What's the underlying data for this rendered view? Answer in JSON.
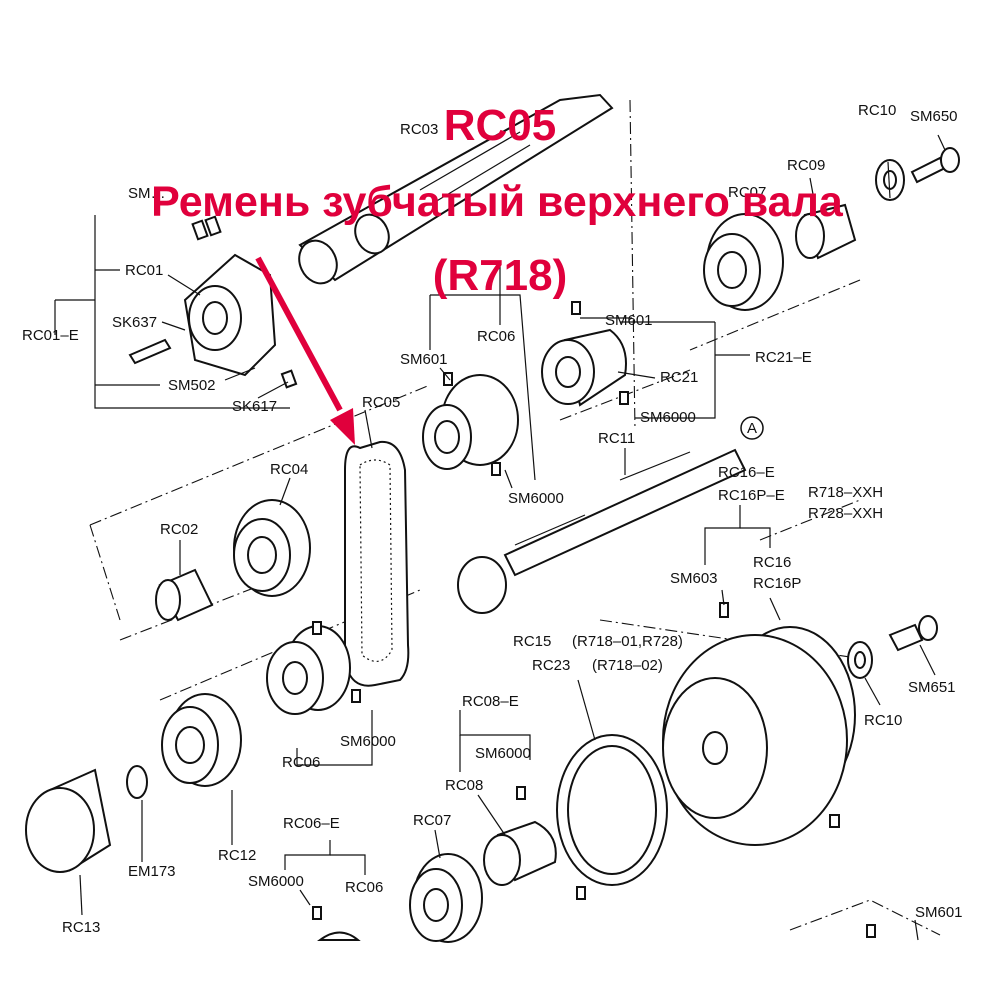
{
  "title": {
    "line1": "RC05",
    "line2": "Ремень зубчатый верхнего вала",
    "line3": "(R718)",
    "color": "#e0003c"
  },
  "labels": {
    "rc01": "RC01",
    "rc01e": "RC01–E",
    "sk637": "SK637",
    "sm502": "SM502",
    "sk617": "SK617",
    "sm_top": "SM…",
    "rc03": "RC03",
    "rc06_top": "RC06",
    "sm601_mid": "SM601",
    "rc05": "RC05",
    "rc04": "RC04",
    "rc02": "RC02",
    "sm6000_mid": "SM6000",
    "rc07_top": "RC07",
    "rc09": "RC09",
    "rc10_top": "RC10",
    "sm650": "SM650",
    "sm601_right": "SM601",
    "rc21": "RC21",
    "rc21e": "RC21–E",
    "sm6000_right": "SM6000",
    "rc11": "RC11",
    "marker_a": "A",
    "rc16e": "RC16–E",
    "rc16pe": "RC16P–E",
    "r718xxh": "R718–XXH",
    "r728xxh": "R728–XXH",
    "sm603": "SM603",
    "rc16": "RC16",
    "rc16p": "RC16P",
    "rc15": "RC15",
    "rc15_note": "(R718–01,R728)",
    "rc23": "RC23",
    "rc23_note": "(R718–02)",
    "sm651": "SM651",
    "rc10_bot": "RC10",
    "rc06_low": "RC06",
    "sm6000_low": "SM6000",
    "rc06e": "RC06–E",
    "rc12": "RC12",
    "em173": "EM173",
    "rc13": "RC13",
    "sm6000_bot": "SM6000",
    "rc06_bot": "RC06",
    "rc07_bot": "RC07",
    "rc08e": "RC08–E",
    "sm6000_rc08": "SM6000",
    "rc08": "RC08",
    "sm601_bot": "SM601"
  }
}
